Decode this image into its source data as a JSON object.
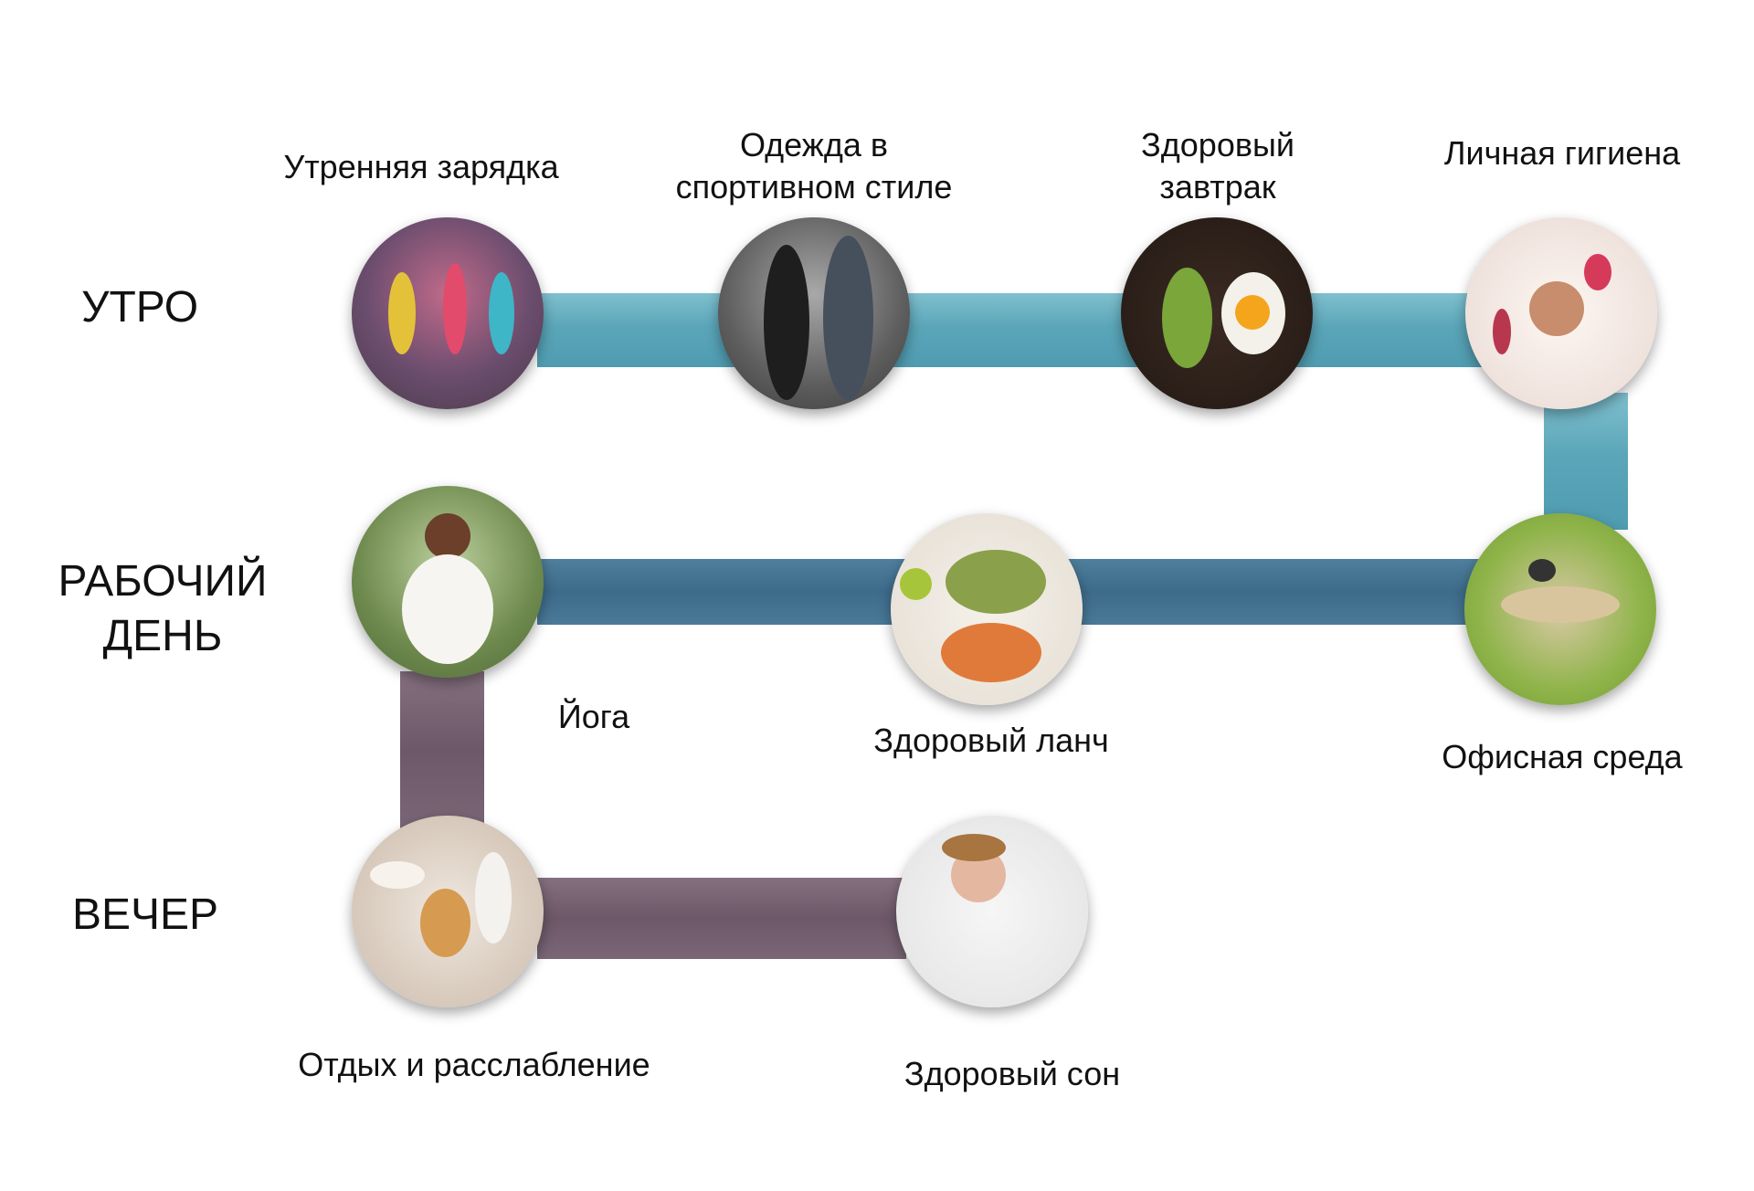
{
  "rows": {
    "morning": "УТРО",
    "workday_line1": "РАБОЧИЙ",
    "workday_line2": "ДЕНЬ",
    "evening": "ВЕЧЕР"
  },
  "items": {
    "exercise": "Утренняя зарядка",
    "clothes_line1": "Одежда в",
    "clothes_line2": "спортивном стиле",
    "breakfast_line1": "Здоровый",
    "breakfast_line2": "завтрак",
    "hygiene": "Личная гигиена",
    "yoga": "Йога",
    "lunch": "Здоровый ланч",
    "office": "Офисная среда",
    "relax": "Отдых и расслабление",
    "sleep": "Здоровый сон"
  },
  "colors": {
    "morning_band": "#5ba6b9",
    "workday_band": "#3d6b8a",
    "evening_band": "#6c5869"
  }
}
